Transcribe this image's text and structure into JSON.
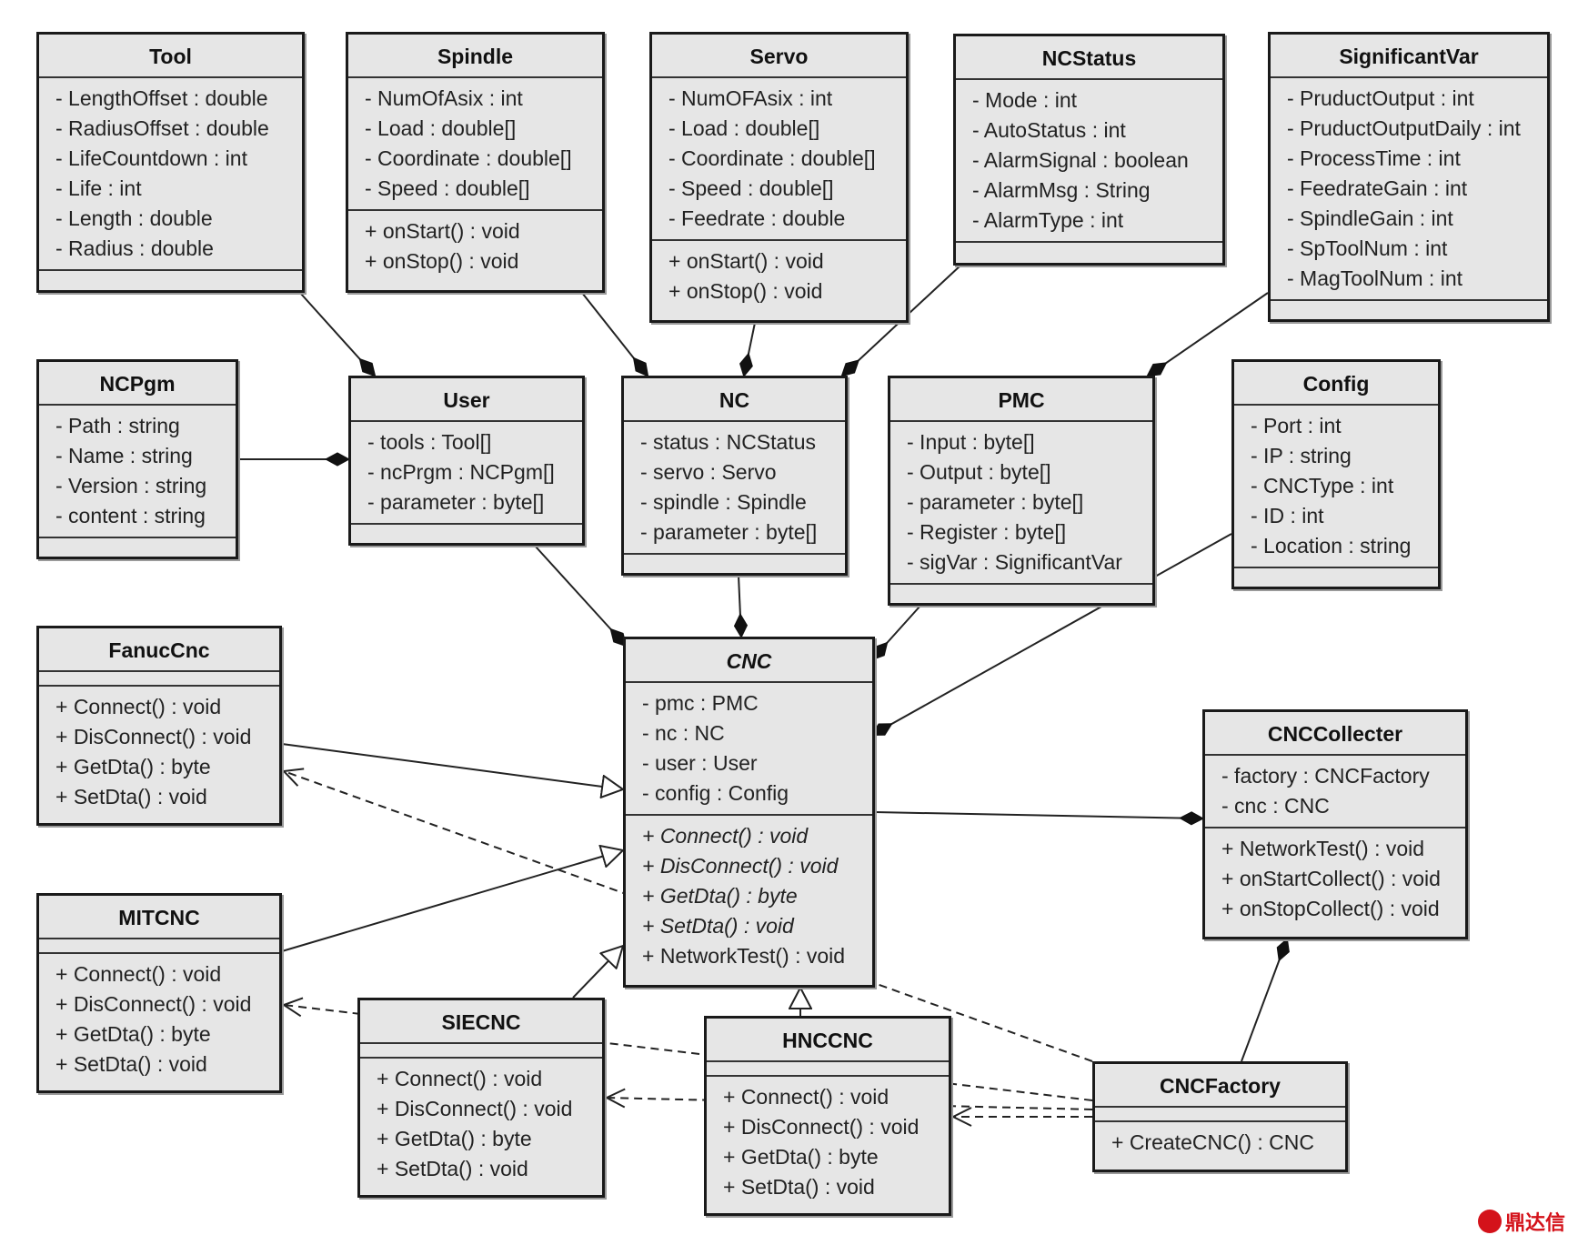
{
  "classes": [
    {
      "id": "tool",
      "name": "Tool",
      "attrs": [
        "- LengthOffset : double",
        "- RadiusOffset : double",
        "- LifeCountdown : int",
        "- Life : int",
        "- Length : double",
        "- Radius : double"
      ],
      "ops": []
    },
    {
      "id": "spindle",
      "name": "Spindle",
      "attrs": [
        "- NumOfAsix : int",
        "- Load : double[]",
        "- Coordinate : double[]",
        "- Speed : double[]"
      ],
      "ops": [
        "+ onStart() : void",
        "+ onStop() : void"
      ]
    },
    {
      "id": "servo",
      "name": "Servo",
      "attrs": [
        "- NumOFAsix : int",
        "- Load : double[]",
        "- Coordinate : double[]",
        "- Speed : double[]",
        "- Feedrate : double"
      ],
      "ops": [
        "+ onStart() : void",
        "+ onStop() : void"
      ]
    },
    {
      "id": "ncstatus",
      "name": "NCStatus",
      "attrs": [
        "- Mode : int",
        "- AutoStatus : int",
        "- AlarmSignal : boolean",
        "- AlarmMsg : String",
        "- AlarmType : int"
      ],
      "ops": []
    },
    {
      "id": "significantvar",
      "name": "SignificantVar",
      "attrs": [
        "- PruductOutput : int",
        "- PruductOutputDaily : int",
        "- ProcessTime : int",
        "- FeedrateGain : int",
        "- SpindleGain : int",
        "- SpToolNum : int",
        "- MagToolNum : int"
      ],
      "ops": []
    },
    {
      "id": "ncpgm",
      "name": "NCPgm",
      "attrs": [
        "- Path : string",
        "- Name : string",
        "- Version : string",
        "- content : string"
      ],
      "ops": []
    },
    {
      "id": "user",
      "name": "User",
      "attrs": [
        "- tools : Tool[]",
        "- ncPrgm : NCPgm[]",
        "- parameter : byte[]"
      ],
      "ops": []
    },
    {
      "id": "nc",
      "name": "NC",
      "attrs": [
        "- status : NCStatus",
        "- servo : Servo",
        "- spindle : Spindle",
        "- parameter : byte[]"
      ],
      "ops": []
    },
    {
      "id": "pmc",
      "name": "PMC",
      "attrs": [
        "- Input : byte[]",
        "- Output : byte[]",
        "- parameter : byte[]",
        "- Register : byte[]",
        "- sigVar : SignificantVar"
      ],
      "ops": []
    },
    {
      "id": "config",
      "name": "Config",
      "attrs": [
        "- Port : int",
        "- IP : string",
        "- CNCType : int",
        "- ID : int",
        "- Location : string"
      ],
      "ops": []
    },
    {
      "id": "fanuccnc",
      "name": "FanucCnc",
      "attrs": [],
      "ops": [
        "+ Connect() : void",
        "+ DisConnect() : void",
        "+ GetDta() : byte",
        "+ SetDta() : void"
      ]
    },
    {
      "id": "cnc",
      "name": "CNC",
      "abstract": true,
      "attrs": [
        "- pmc : PMC",
        "- nc : NC",
        "- user : User",
        "- config : Config"
      ],
      "ops": [
        "+ Connect() : void",
        "+ DisConnect() : void",
        "+ GetDta() : byte",
        "+ SetDta() : void",
        "+ NetworkTest() : void"
      ],
      "abstract_ops": 4
    },
    {
      "id": "cnccollecter",
      "name": "CNCCollecter",
      "attrs": [
        "- factory : CNCFactory",
        "- cnc : CNC"
      ],
      "ops": [
        "+ NetworkTest() : void",
        "+ onStartCollect() : void",
        "+ onStopCollect() : void"
      ]
    },
    {
      "id": "mitcnc",
      "name": "MITCNC",
      "attrs": [],
      "ops": [
        "+ Connect() : void",
        "+ DisConnect() : void",
        "+ GetDta() : byte",
        "+ SetDta() : void"
      ]
    },
    {
      "id": "siecnc",
      "name": "SIECNC",
      "attrs": [],
      "ops": [
        "+ Connect() : void",
        "+ DisConnect() : void",
        "+ GetDta() : byte",
        "+ SetDta() : void"
      ]
    },
    {
      "id": "hnccnc",
      "name": "HNCCNC",
      "attrs": [],
      "ops": [
        "+ Connect() : void",
        "+ DisConnect() : void",
        "+ GetDta() : byte",
        "+ SetDta() : void"
      ]
    },
    {
      "id": "cncfactory",
      "name": "CNCFactory",
      "attrs": [],
      "ops": [
        "+ CreateCNC() : CNC"
      ]
    }
  ],
  "relations": [
    {
      "kind": "composition",
      "from": "tool",
      "to": "user"
    },
    {
      "kind": "composition",
      "from": "spindle",
      "to": "nc"
    },
    {
      "kind": "composition",
      "from": "servo",
      "to": "nc"
    },
    {
      "kind": "composition",
      "from": "ncstatus",
      "to": "nc"
    },
    {
      "kind": "composition",
      "from": "significantvar",
      "to": "pmc"
    },
    {
      "kind": "composition",
      "from": "ncpgm",
      "to": "user"
    },
    {
      "kind": "composition",
      "from": "user",
      "to": "cnc"
    },
    {
      "kind": "composition",
      "from": "nc",
      "to": "cnc"
    },
    {
      "kind": "composition",
      "from": "pmc",
      "to": "cnc"
    },
    {
      "kind": "composition",
      "from": "config",
      "to": "cnc"
    },
    {
      "kind": "composition",
      "from": "cnc",
      "to": "cnccollecter"
    },
    {
      "kind": "composition",
      "from": "cncfactory",
      "to": "cnccollecter"
    },
    {
      "kind": "generalization",
      "from": "fanuccnc",
      "to": "cnc"
    },
    {
      "kind": "generalization",
      "from": "mitcnc",
      "to": "cnc"
    },
    {
      "kind": "generalization",
      "from": "siecnc",
      "to": "cnc"
    },
    {
      "kind": "generalization",
      "from": "hnccnc",
      "to": "cnc"
    },
    {
      "kind": "dependency",
      "from": "cncfactory",
      "to": "fanuccnc"
    },
    {
      "kind": "dependency",
      "from": "cncfactory",
      "to": "mitcnc"
    },
    {
      "kind": "dependency",
      "from": "cncfactory",
      "to": "siecnc"
    },
    {
      "kind": "dependency",
      "from": "cncfactory",
      "to": "hnccnc"
    }
  ],
  "watermark": {
    "text": "鼎达信",
    "color": "#d4121a"
  }
}
